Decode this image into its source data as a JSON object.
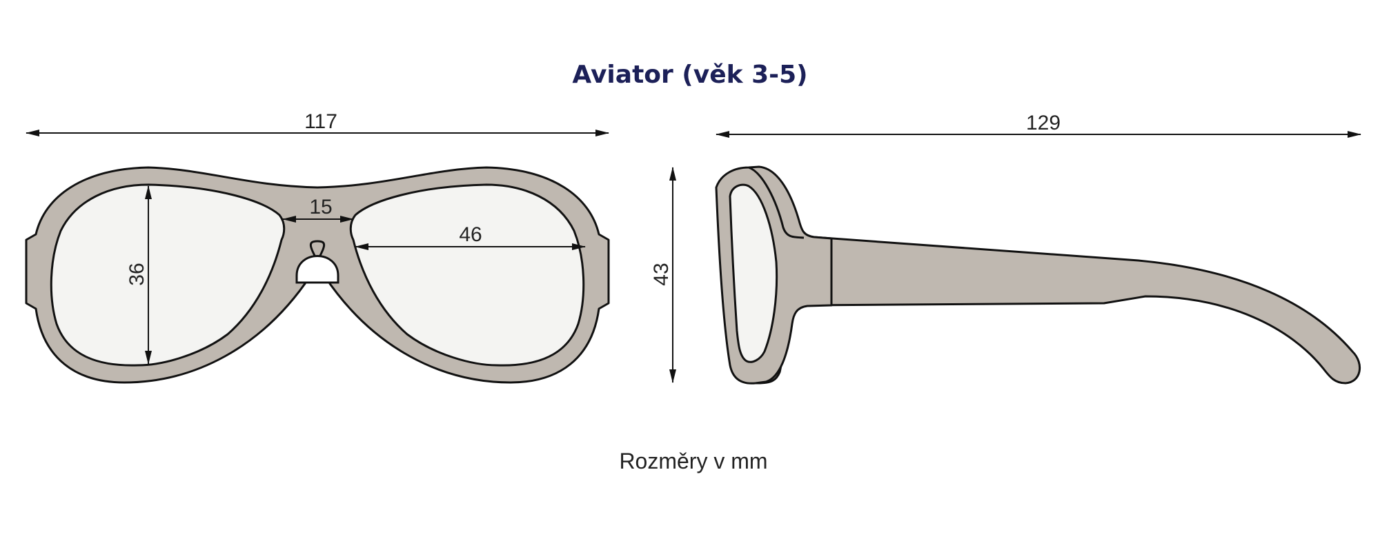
{
  "title": "Aviator (věk 3-5)",
  "caption": "Rozměry v mm",
  "dimensions": {
    "total_width": "117",
    "bridge": "15",
    "lens_width": "46",
    "lens_height": "36",
    "frame_height": "43",
    "temple_length": "129"
  },
  "colors": {
    "title": "#1c2058",
    "frame_fill": "#bfb8b0",
    "frame_shadow": "#a69f97",
    "lens_fill": "#f4f4f2",
    "outline": "#111111",
    "text": "#222222"
  },
  "views": [
    "front-view",
    "side-view"
  ]
}
